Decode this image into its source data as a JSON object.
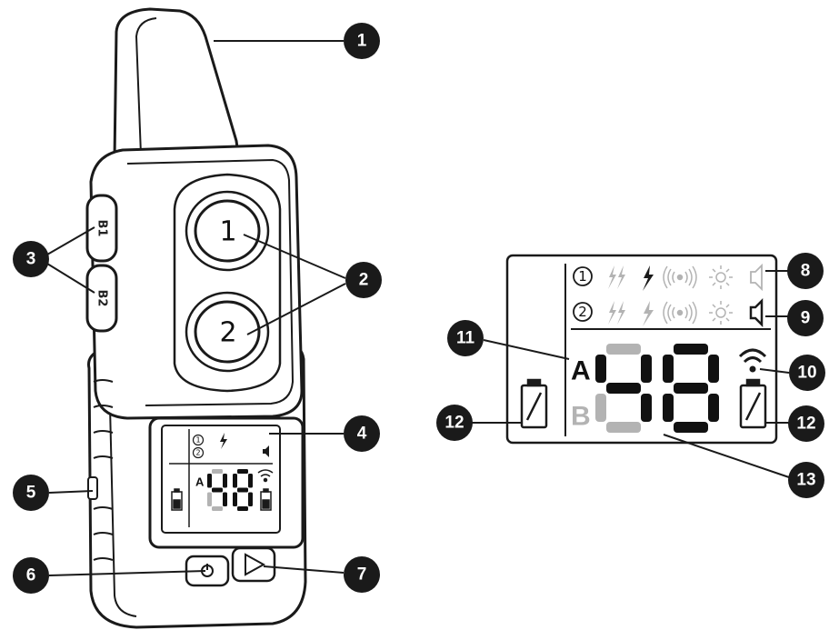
{
  "transmitter": {
    "buttons": [
      "1",
      "2"
    ],
    "side_buttons": [
      "B1",
      "B2"
    ],
    "mini_lcd": {
      "channel_a": "A",
      "display_value": "48"
    }
  },
  "lcd_panel": {
    "row_channels": [
      "1",
      "2"
    ],
    "channel_a": "A",
    "channel_b": "B",
    "display_value": "48"
  },
  "callouts": [
    "1",
    "2",
    "3",
    "4",
    "5",
    "6",
    "7",
    "8",
    "9",
    "10",
    "11",
    "12",
    "13"
  ],
  "icons": [
    "shock-double-icon",
    "shock-single-icon",
    "vibration-icon",
    "light-icon",
    "speaker-icon",
    "signal-icon",
    "battery-icon"
  ],
  "colors": {
    "ink": "#111111",
    "dim": "#b3b3b3",
    "callout_bg": "#1a1a1a"
  }
}
